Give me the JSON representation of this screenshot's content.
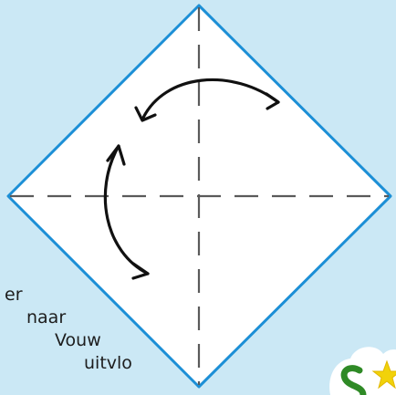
{
  "instruction_lines": [
    "er",
    "naar",
    "Vouw",
    "uitvlo"
  ],
  "colors": {
    "background": "#cbe8f5",
    "paper_edge": "#1c8fd6",
    "paper_fill": "#ffffff",
    "fold_line": "#5a5a5a",
    "arrow": "#111111",
    "logo_cloud": "#ffffff",
    "logo_letter": "#2f8a26",
    "logo_star": "#f1d20a"
  },
  "icons": {
    "arrow_top": "curved-double-arrow-icon",
    "arrow_left": "curved-double-arrow-icon",
    "logo": "logo-icon"
  }
}
